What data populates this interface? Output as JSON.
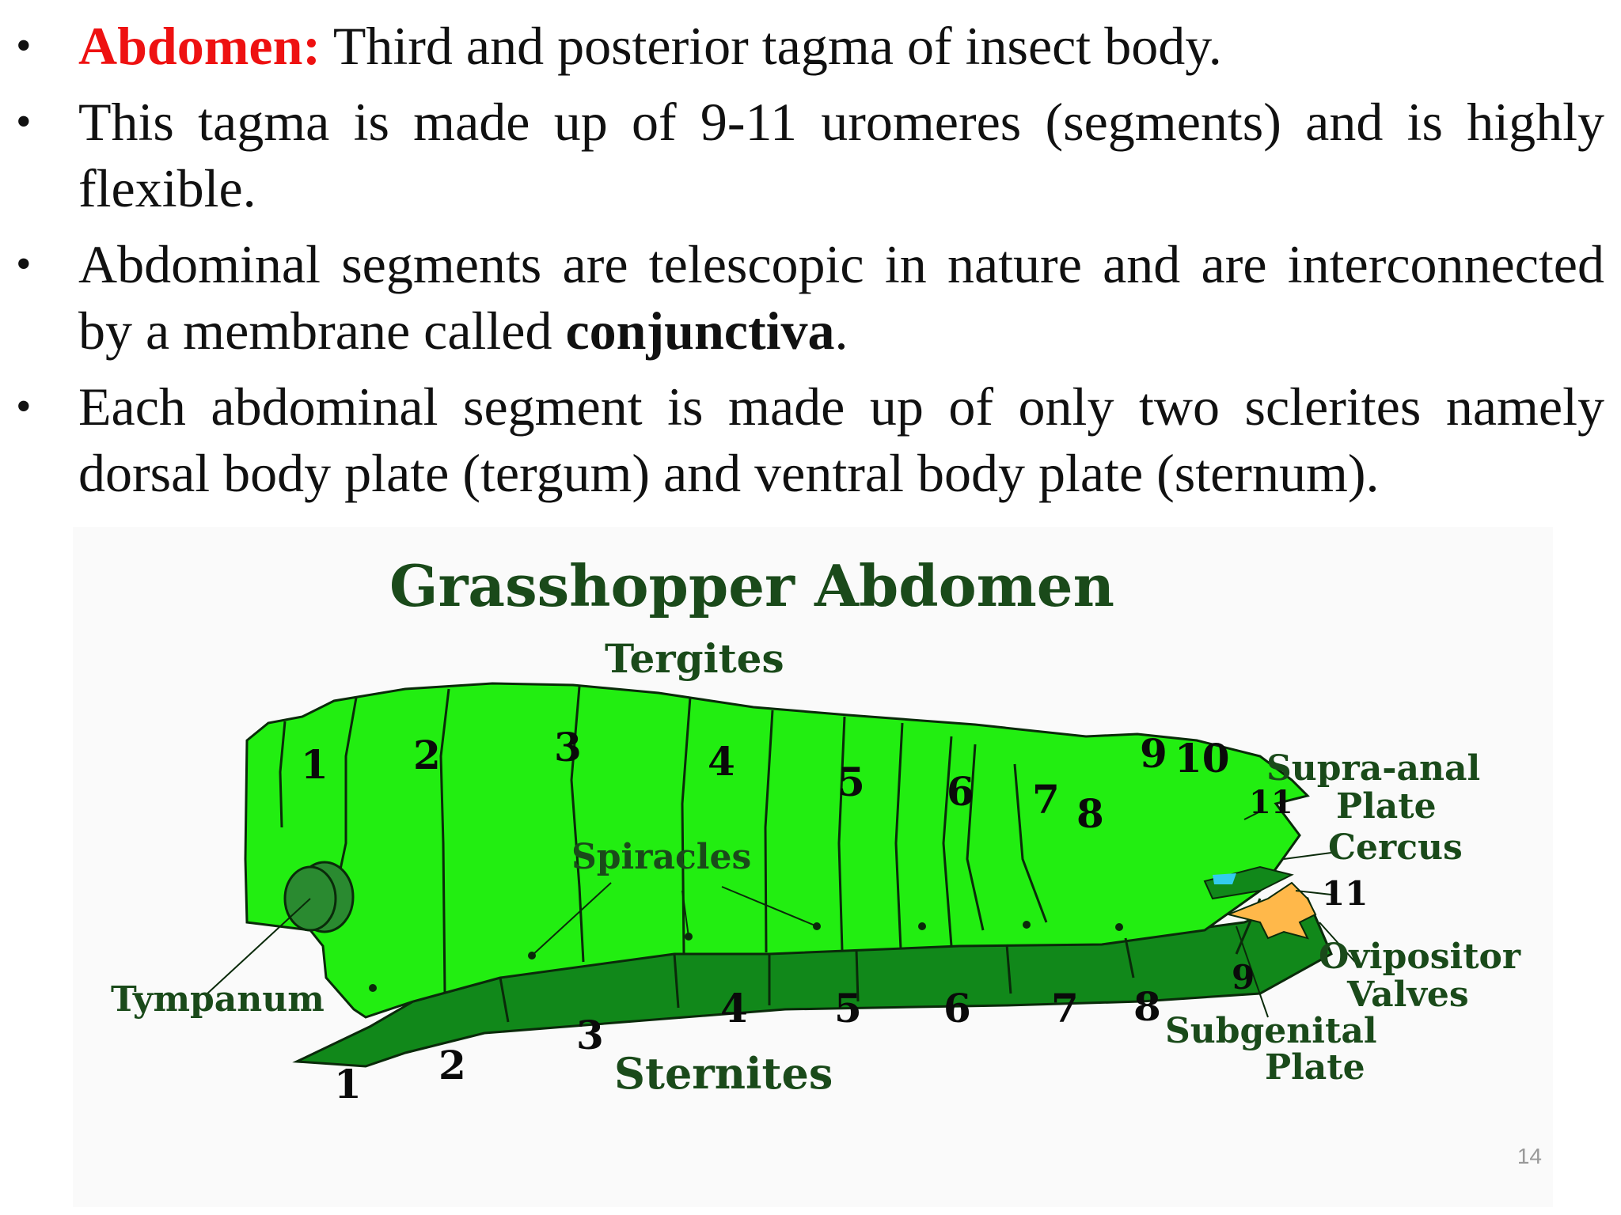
{
  "bullets": [
    {
      "term": "Abdomen:",
      "text": " Third and posterior tagma of insect body."
    },
    {
      "text": "This tagma is made up of 9-11 uromeres (segments) and is highly flexible."
    },
    {
      "text_before": "Abdominal segments are telescopic in nature and are interconnected by a membrane called ",
      "bold": "conjunctiva",
      "text_after": "."
    },
    {
      "text": "Each abdominal segment is made up of only two sclerites namely dorsal body plate (tergum) and ventral body plate (sternum)."
    }
  ],
  "figure": {
    "title": "Grasshopper Abdomen",
    "tergites_label": "Tergites",
    "sternites_label": "Sternites",
    "spiracles_label": "Spiracles",
    "tympanum_label": "Tympanum",
    "supra_anal_line1": "Supra-anal",
    "supra_anal_line2": "Plate",
    "cercus_label": "Cercus",
    "ovipositor_line1": "Ovipositor",
    "ovipositor_line2": "Valves",
    "subgenital_line1": "Subgenital",
    "subgenital_line2": "Plate",
    "tergite_numbers": [
      "1",
      "2",
      "3",
      "4",
      "5",
      "6",
      "7",
      "8",
      "9",
      "10",
      "11"
    ],
    "sternite_numbers": [
      "1",
      "2",
      "3",
      "4",
      "5",
      "6",
      "7",
      "8",
      "9"
    ],
    "cercus_number": "11",
    "colors": {
      "body": "#22ee11",
      "sternite": "#11881a",
      "outline": "#0a2a0a",
      "label": "#1a4a1a",
      "tympanum": "#2a8a30",
      "ovipositor": "#ffb84a",
      "cercus_accent": "#33ccee"
    }
  },
  "page_number": "14"
}
